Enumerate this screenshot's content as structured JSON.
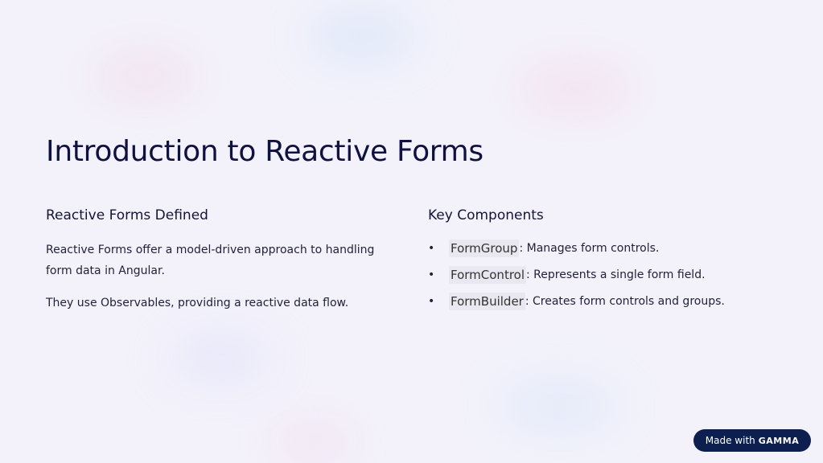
{
  "title": "Introduction to Reactive Forms",
  "left": {
    "heading": "Reactive Forms Defined",
    "paragraphs": [
      "Reactive Forms offer a model-driven approach to handling form data in Angular.",
      "They use Observables, providing a reactive data flow."
    ]
  },
  "right": {
    "heading": "Key Components",
    "items": [
      {
        "term": "FormGroup",
        "desc": ": Manages form controls."
      },
      {
        "term": "FormControl",
        "desc": ": Represents a single form field."
      },
      {
        "term": "FormBuilder",
        "desc": ": Creates form controls and groups."
      }
    ],
    "bullet": "•"
  },
  "badge": {
    "prefix": "Made with",
    "brand": "GAMMA"
  }
}
